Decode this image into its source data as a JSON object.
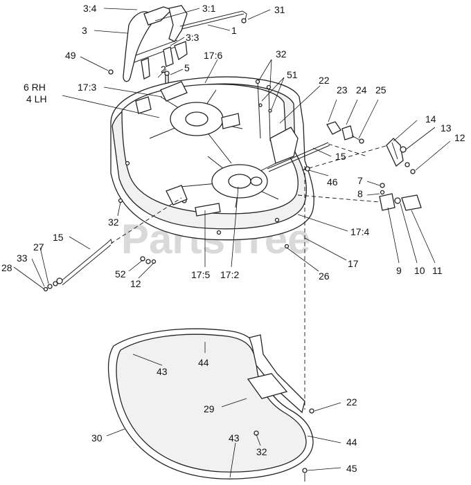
{
  "watermark": "PartsTree",
  "labels": {
    "l_3_4": "3:4",
    "l_3_1": "3:1",
    "l_31": "31",
    "l_3": "3",
    "l_1": "1",
    "l_3_3": "3:3",
    "l_49": "49",
    "l_2": "2",
    "l_32_top": "32",
    "l_5": "5",
    "l_17_6": "17:6",
    "l_51": "51",
    "l_6rh": "6 RH",
    "l_4lh": "4 LH",
    "l_17_3": "17:3",
    "l_22_top": "22",
    "l_23": "23",
    "l_24": "24",
    "l_25": "25",
    "l_14": "14",
    "l_13": "13",
    "l_12_right": "12",
    "l_15_right": "15",
    "l_46": "46",
    "l_7": "7",
    "l_8": "8",
    "l_32_left": "32",
    "l_17_4": "17:4",
    "l_15_left": "15",
    "l_27": "27",
    "l_33": "33",
    "l_28": "28",
    "l_52": "52",
    "l_12_mid": "12",
    "l_17_5": "17:5",
    "l_17_2": "17:2",
    "l_26": "26",
    "l_17": "17",
    "l_9": "9",
    "l_10": "10",
    "l_11": "11",
    "l_44_top": "44",
    "l_43_left": "43",
    "l_29": "29",
    "l_22_bottom": "22",
    "l_30": "30",
    "l_43_bottom": "43",
    "l_32_bottom": "32",
    "l_44_bottom": "44",
    "l_45": "45"
  }
}
